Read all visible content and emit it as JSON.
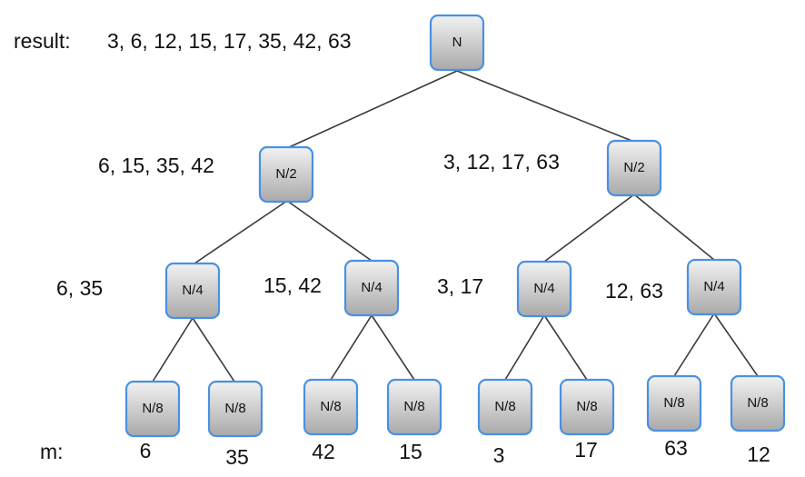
{
  "result_label": "result:",
  "result_values": "3, 6, 12, 15, 17, 35, 42, 63",
  "m_label": "m:",
  "tree": {
    "root": {
      "text": "N"
    },
    "level1": [
      {
        "text": "N/2",
        "values": "6, 15, 35, 42"
      },
      {
        "text": "N/2",
        "values": "3, 12, 17, 63"
      }
    ],
    "level2": [
      {
        "text": "N/4",
        "values": "6, 35"
      },
      {
        "text": "N/4",
        "values": "15, 42"
      },
      {
        "text": "N/4",
        "values": "3, 17"
      },
      {
        "text": "N/4",
        "values": "12, 63"
      }
    ],
    "leaves": [
      {
        "text": "N/8",
        "value": "6"
      },
      {
        "text": "N/8",
        "value": "35"
      },
      {
        "text": "N/8",
        "value": "42"
      },
      {
        "text": "N/8",
        "value": "15"
      },
      {
        "text": "N/8",
        "value": "3"
      },
      {
        "text": "N/8",
        "value": "17"
      },
      {
        "text": "N/8",
        "value": "63"
      },
      {
        "text": "N/8",
        "value": "12"
      }
    ]
  },
  "colors": {
    "node_border": "#4a90e2",
    "node_fill_light": "#f2f2f2",
    "node_fill_dark": "#a9a9a9",
    "edge": "#3a3a3a"
  }
}
